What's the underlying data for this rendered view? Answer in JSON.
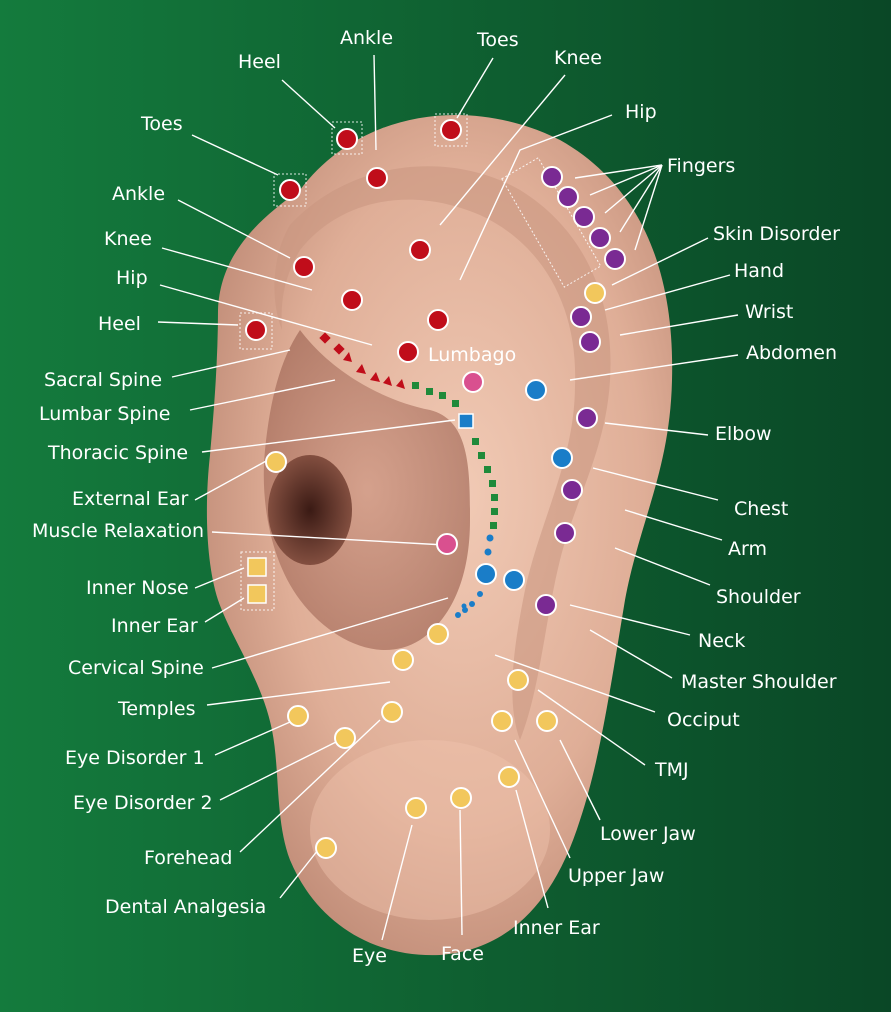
{
  "colors": {
    "background_left": "#137a3c",
    "background_right": "#0a4524",
    "skin": "#e7b9a3",
    "skin_shadow": "#b07a68",
    "red": "#c00d1a",
    "purple": "#7a2a93",
    "yellow": "#f2c75c",
    "blue": "#1a7dc8",
    "pink": "#d9508f",
    "green": "#1f8a3a"
  },
  "labels": {
    "heel_top": "Heel",
    "ankle_top": "Ankle",
    "toes_top": "Toes",
    "knee_top": "Knee",
    "hip_top": "Hip",
    "fingers": "Fingers",
    "toes_left": "Toes",
    "ankle_left": "Ankle",
    "knee_left": "Knee",
    "hip_left": "Hip",
    "heel_left": "Heel",
    "sacral_spine": "Sacral Spine",
    "lumbar_spine": "Lumbar Spine",
    "thoracic_spine": "Thoracic Spine",
    "external_ear": "External Ear",
    "muscle_relaxation": "Muscle Relaxation",
    "inner_nose": "Inner Nose",
    "inner_ear_left": "Inner Ear",
    "cervical_spine": "Cervical Spine",
    "temples": "Temples",
    "eye_disorder_1": "Eye Disorder 1",
    "eye_disorder_2": "Eye Disorder 2",
    "forehead": "Forehead",
    "dental_analgesia": "Dental Analgesia",
    "eye": "Eye",
    "face": "Face",
    "inner_ear_bottom": "Inner Ear",
    "upper_jaw": "Upper Jaw",
    "lower_jaw": "Lower Jaw",
    "tmj": "TMJ",
    "occiput": "Occiput",
    "master_shoulder": "Master Shoulder",
    "neck": "Neck",
    "shoulder": "Shoulder",
    "arm": "Arm",
    "chest": "Chest",
    "elbow": "Elbow",
    "abdomen": "Abdomen",
    "wrist": "Wrist",
    "hand": "Hand",
    "skin_disorder": "Skin Disorder",
    "lumbago": "Lumbago"
  }
}
